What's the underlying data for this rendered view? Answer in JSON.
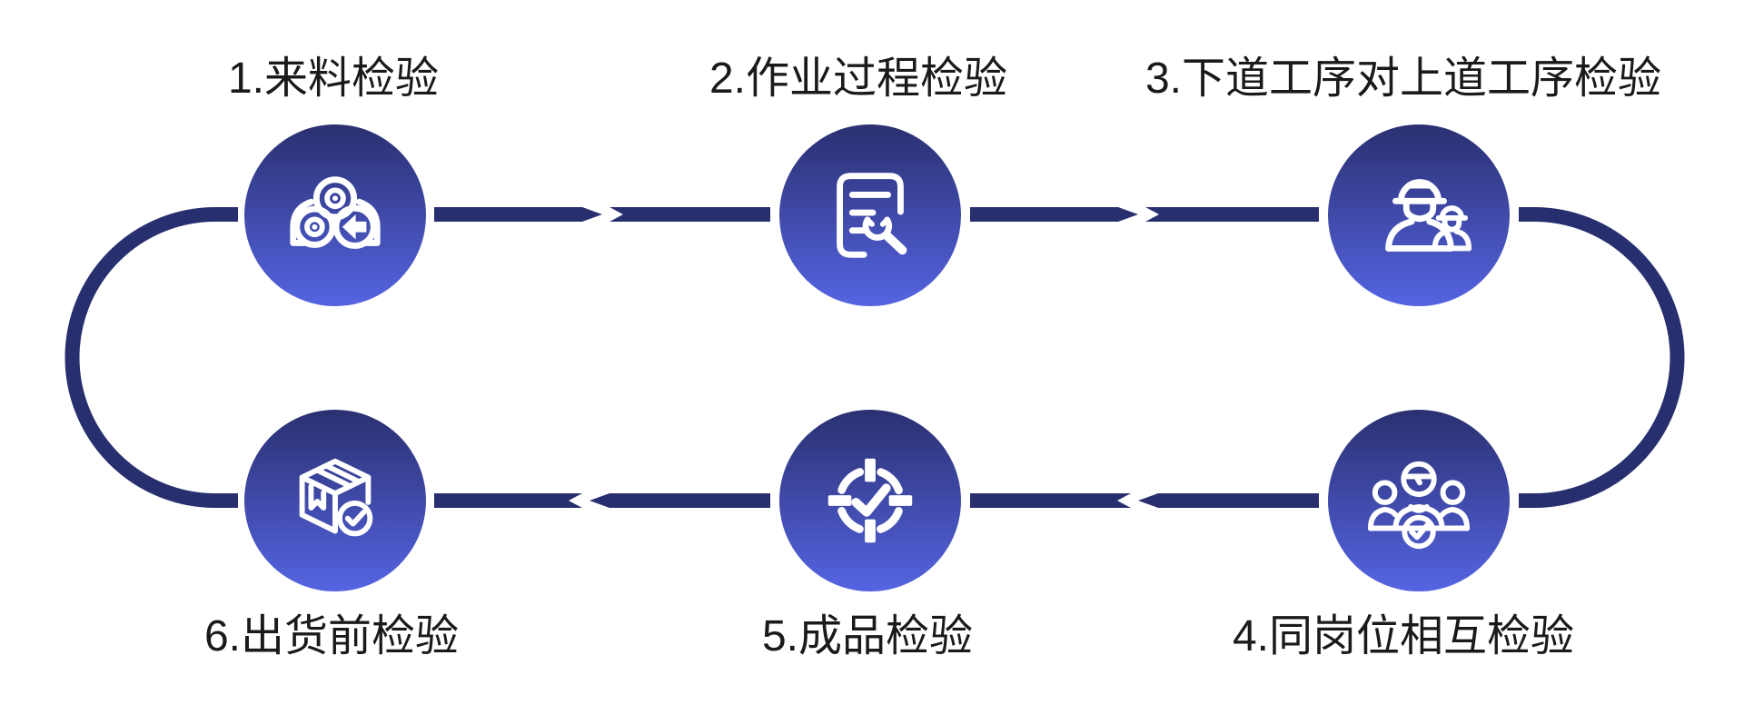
{
  "diagram": {
    "steps": [
      {
        "label": "1.来料检验",
        "icon": "incoming-material-rolls-icon",
        "position": "top-left"
      },
      {
        "label": "2.作业过程检验",
        "icon": "checklist-wrench-icon",
        "position": "top-center"
      },
      {
        "label": "3.下道工序对上道工序检验",
        "icon": "workers-hardhat-icon",
        "position": "top-right"
      },
      {
        "label": "4.同岗位相互检验",
        "icon": "team-check-icon",
        "position": "bottom-right"
      },
      {
        "label": "5.成品检验",
        "icon": "target-check-icon",
        "position": "bottom-center"
      },
      {
        "label": "6.出货前检验",
        "icon": "package-check-icon",
        "position": "bottom-left"
      }
    ],
    "colors": {
      "connector": "#282f6f",
      "circle_gradient_top": "#2a3070",
      "circle_gradient_bottom": "#5564e2",
      "icon_stroke": "#ffffff",
      "label_text": "#1a1a1a",
      "background": "#ffffff"
    }
  }
}
